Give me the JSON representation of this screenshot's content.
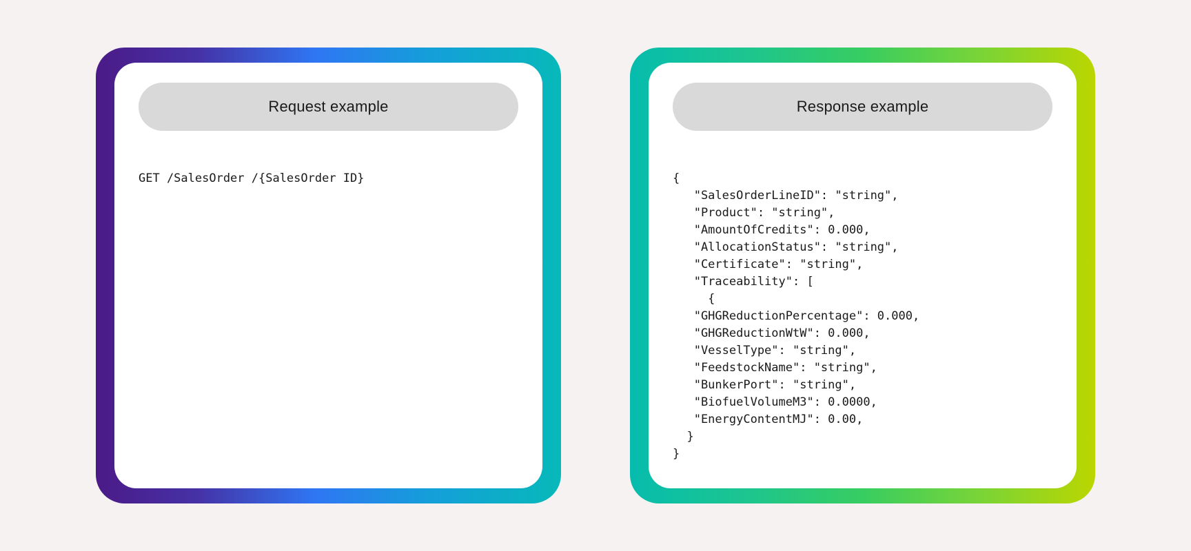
{
  "request": {
    "title": "Request example",
    "code": "GET /SalesOrder /{SalesOrder ID}"
  },
  "response": {
    "title": "Response example",
    "code": "{\n   \"SalesOrderLineID\": \"string\",\n   \"Product\": \"string\",\n   \"AmountOfCredits\": 0.000,\n   \"AllocationStatus\": \"string\",\n   \"Certificate\": \"string\",\n   \"Traceability\": [\n     {\n   \"GHGReductionPercentage\": 0.000,\n   \"GHGReductionWtW\": 0.000,\n   \"VesselType\": \"string\",\n   \"FeedstockName\": \"string\",\n   \"BunkerPort\": \"string\",\n   \"BiofuelVolumeM3\": 0.0000,\n   \"EnergyContentMJ\": 0.00,\n  }\n}"
  },
  "colors": {
    "background": "#f6f2f1",
    "request_gradient": [
      "#4b1a87",
      "#2f76f3",
      "#07b9b9"
    ],
    "response_gradient": [
      "#06bcad",
      "#37cd61",
      "#bbd600"
    ],
    "header_pill": "#d9d9d9"
  }
}
